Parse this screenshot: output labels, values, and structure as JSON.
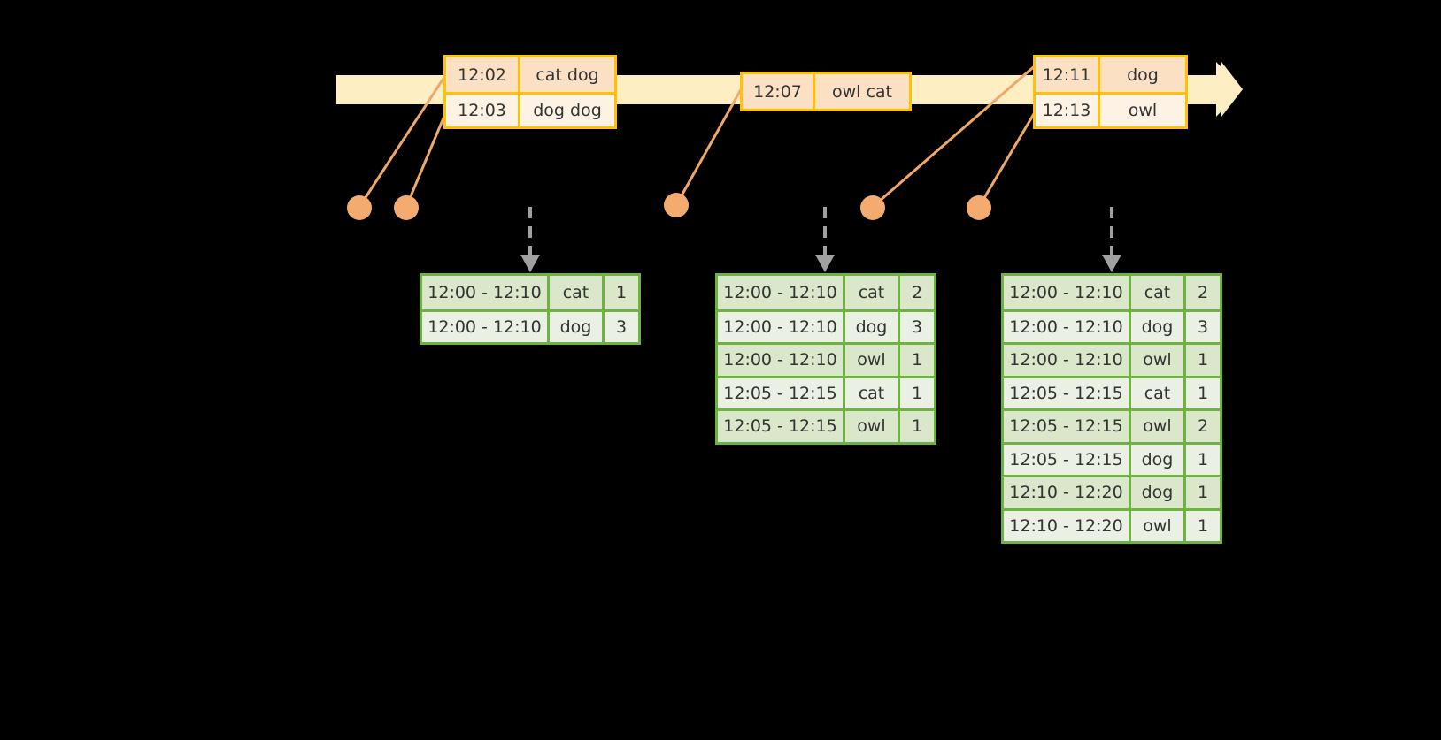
{
  "diagram": {
    "title": "windowed-aggregation-timeline",
    "colors": {
      "timeline_fill": "#fdeec4",
      "event_border": "#ffc107",
      "event_shade_a": "#fbe0c3",
      "event_shade_b": "#fdf2e4",
      "table_border": "#6cb33f",
      "table_shade_a": "#dae7ca",
      "table_shade_b": "#eaf0e4",
      "connector_line": "#f0a868",
      "dot_fill": "#f4ab6f",
      "arrow_gray": "#a0a0a0",
      "text": "#333333",
      "background": "#000000"
    }
  },
  "timeline": {
    "arrow_head_name": "timeline-arrowhead",
    "event_groups": [
      {
        "name": "event-group-1",
        "events": [
          {
            "time": "12:02",
            "payload": "cat dog"
          },
          {
            "time": "12:03",
            "payload": "dog dog"
          }
        ]
      },
      {
        "name": "event-group-2",
        "events": [
          {
            "time": "12:07",
            "payload": "owl cat"
          }
        ]
      },
      {
        "name": "event-group-3",
        "events": [
          {
            "time": "12:11",
            "payload": "dog"
          },
          {
            "time": "12:13",
            "payload": "owl"
          }
        ]
      }
    ]
  },
  "markers": [
    {
      "name": "event-marker-1"
    },
    {
      "name": "event-marker-2"
    },
    {
      "name": "event-marker-3"
    },
    {
      "name": "event-marker-4"
    },
    {
      "name": "event-marker-5"
    }
  ],
  "results": [
    {
      "name": "result-table-1",
      "rows": [
        {
          "window": "12:00 - 12:10",
          "key": "cat",
          "count": "1"
        },
        {
          "window": "12:00 - 12:10",
          "key": "dog",
          "count": "3"
        }
      ]
    },
    {
      "name": "result-table-2",
      "rows": [
        {
          "window": "12:00 - 12:10",
          "key": "cat",
          "count": "2"
        },
        {
          "window": "12:00 - 12:10",
          "key": "dog",
          "count": "3"
        },
        {
          "window": "12:00 - 12:10",
          "key": "owl",
          "count": "1"
        },
        {
          "window": "12:05 - 12:15",
          "key": "cat",
          "count": "1"
        },
        {
          "window": "12:05 - 12:15",
          "key": "owl",
          "count": "1"
        }
      ]
    },
    {
      "name": "result-table-3",
      "rows": [
        {
          "window": "12:00 - 12:10",
          "key": "cat",
          "count": "2"
        },
        {
          "window": "12:00 - 12:10",
          "key": "dog",
          "count": "3"
        },
        {
          "window": "12:00 - 12:10",
          "key": "owl",
          "count": "1"
        },
        {
          "window": "12:05 - 12:15",
          "key": "cat",
          "count": "1"
        },
        {
          "window": "12:05 - 12:15",
          "key": "owl",
          "count": "2"
        },
        {
          "window": "12:05 - 12:15",
          "key": "dog",
          "count": "1"
        },
        {
          "window": "12:10 - 12:20",
          "key": "dog",
          "count": "1"
        },
        {
          "window": "12:10 - 12:20",
          "key": "owl",
          "count": "1"
        }
      ]
    }
  ]
}
